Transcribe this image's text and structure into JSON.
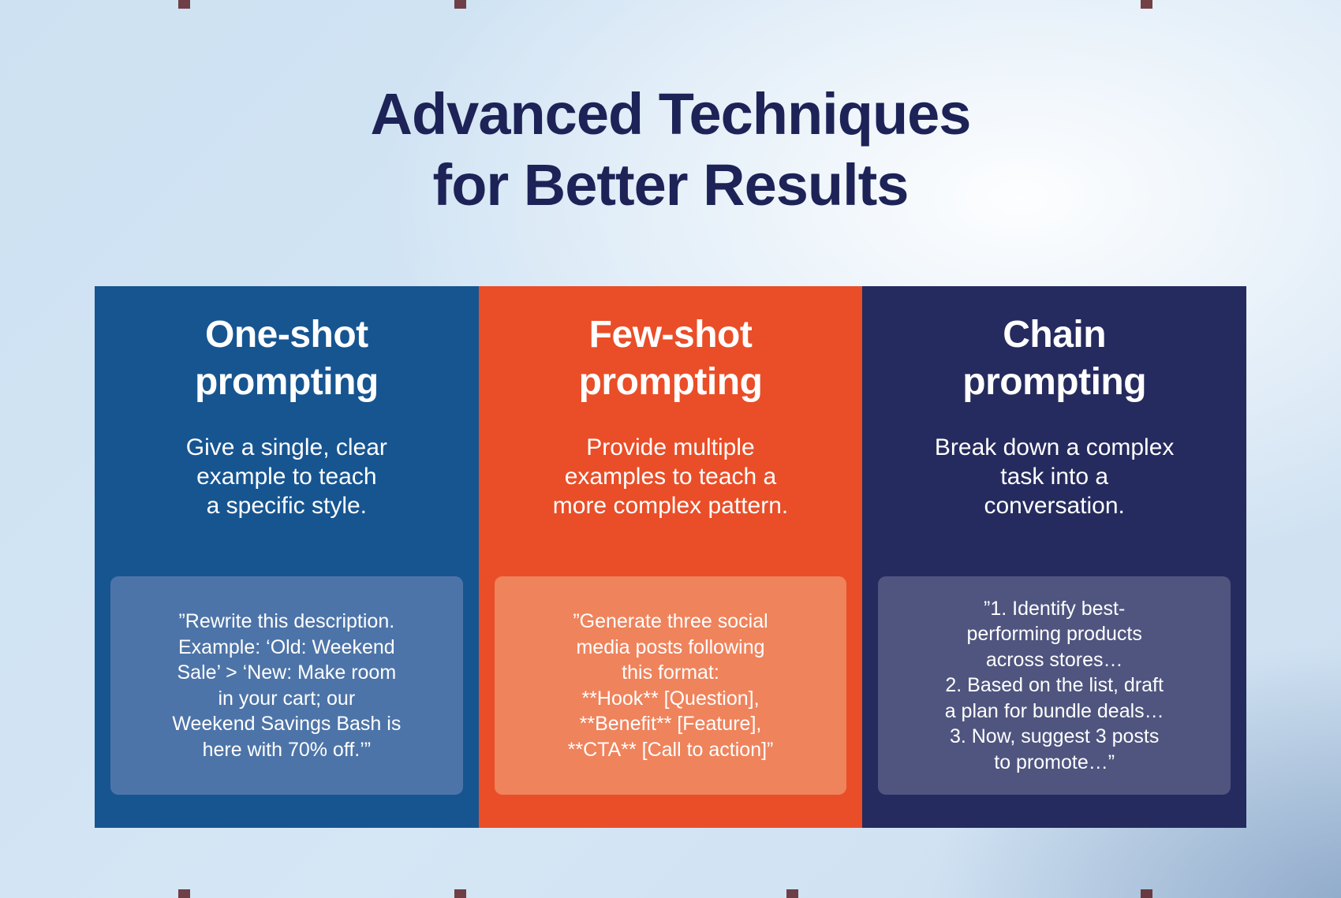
{
  "title": "Advanced Techniques\nfor Better Results",
  "colors": {
    "background_light_blue": "#cfe2f3",
    "background_highlight": "#f4f9fd",
    "background_bottom_right": "#9db8d4",
    "title_text": "#1d2357",
    "card_text": "#ffffff"
  },
  "cards": [
    {
      "heading": "One-shot\nprompting",
      "description": "Give a single, clear\nexample to teach\na specific style.",
      "example": "”Rewrite this description.\nExample: ‘Old: Weekend\nSale’ > ‘New: Make room\nin your cart; our\nWeekend Savings Bash is\nhere with 70% off.’”",
      "bg_color": "#175591",
      "example_bg_color": "#4d74a8"
    },
    {
      "heading": "Few-shot\nprompting",
      "description": "Provide multiple\nexamples to teach a\nmore complex pattern.",
      "example": "”Generate three social\nmedia posts following\nthis format:\n**Hook** [Question],\n**Benefit** [Feature],\n**CTA** [Call to action]”",
      "bg_color": "#e94e28",
      "example_bg_color": "#ef835c"
    },
    {
      "heading": "Chain\nprompting",
      "description": "Break down a complex\ntask into a\nconversation.",
      "example": "”1. Identify best-\nperforming products\nacross stores…\n2. Based on the list, draft\na plan for bundle deals…\n3. Now, suggest 3 posts\nto promote…”",
      "bg_color": "#252b5e",
      "example_bg_color": "#4f557f"
    }
  ]
}
